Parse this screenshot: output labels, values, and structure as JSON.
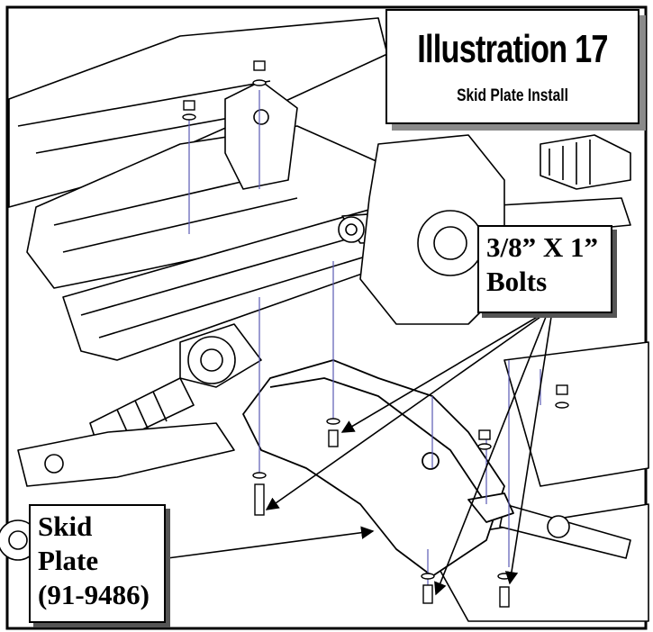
{
  "illustration": {
    "title": "Illustration 17",
    "subtitle": "Skid Plate Install"
  },
  "callouts": {
    "bolts": {
      "lines": [
        "3/8” X 1”",
        "Bolts"
      ]
    },
    "skid_plate": {
      "lines": [
        "Skid",
        "Plate",
        "(91-9486)"
      ]
    }
  },
  "colors": {
    "ink": "#000000",
    "hardware_line": "#5a5ab4",
    "shadow": "#8a8a8a",
    "background": "#ffffff"
  }
}
